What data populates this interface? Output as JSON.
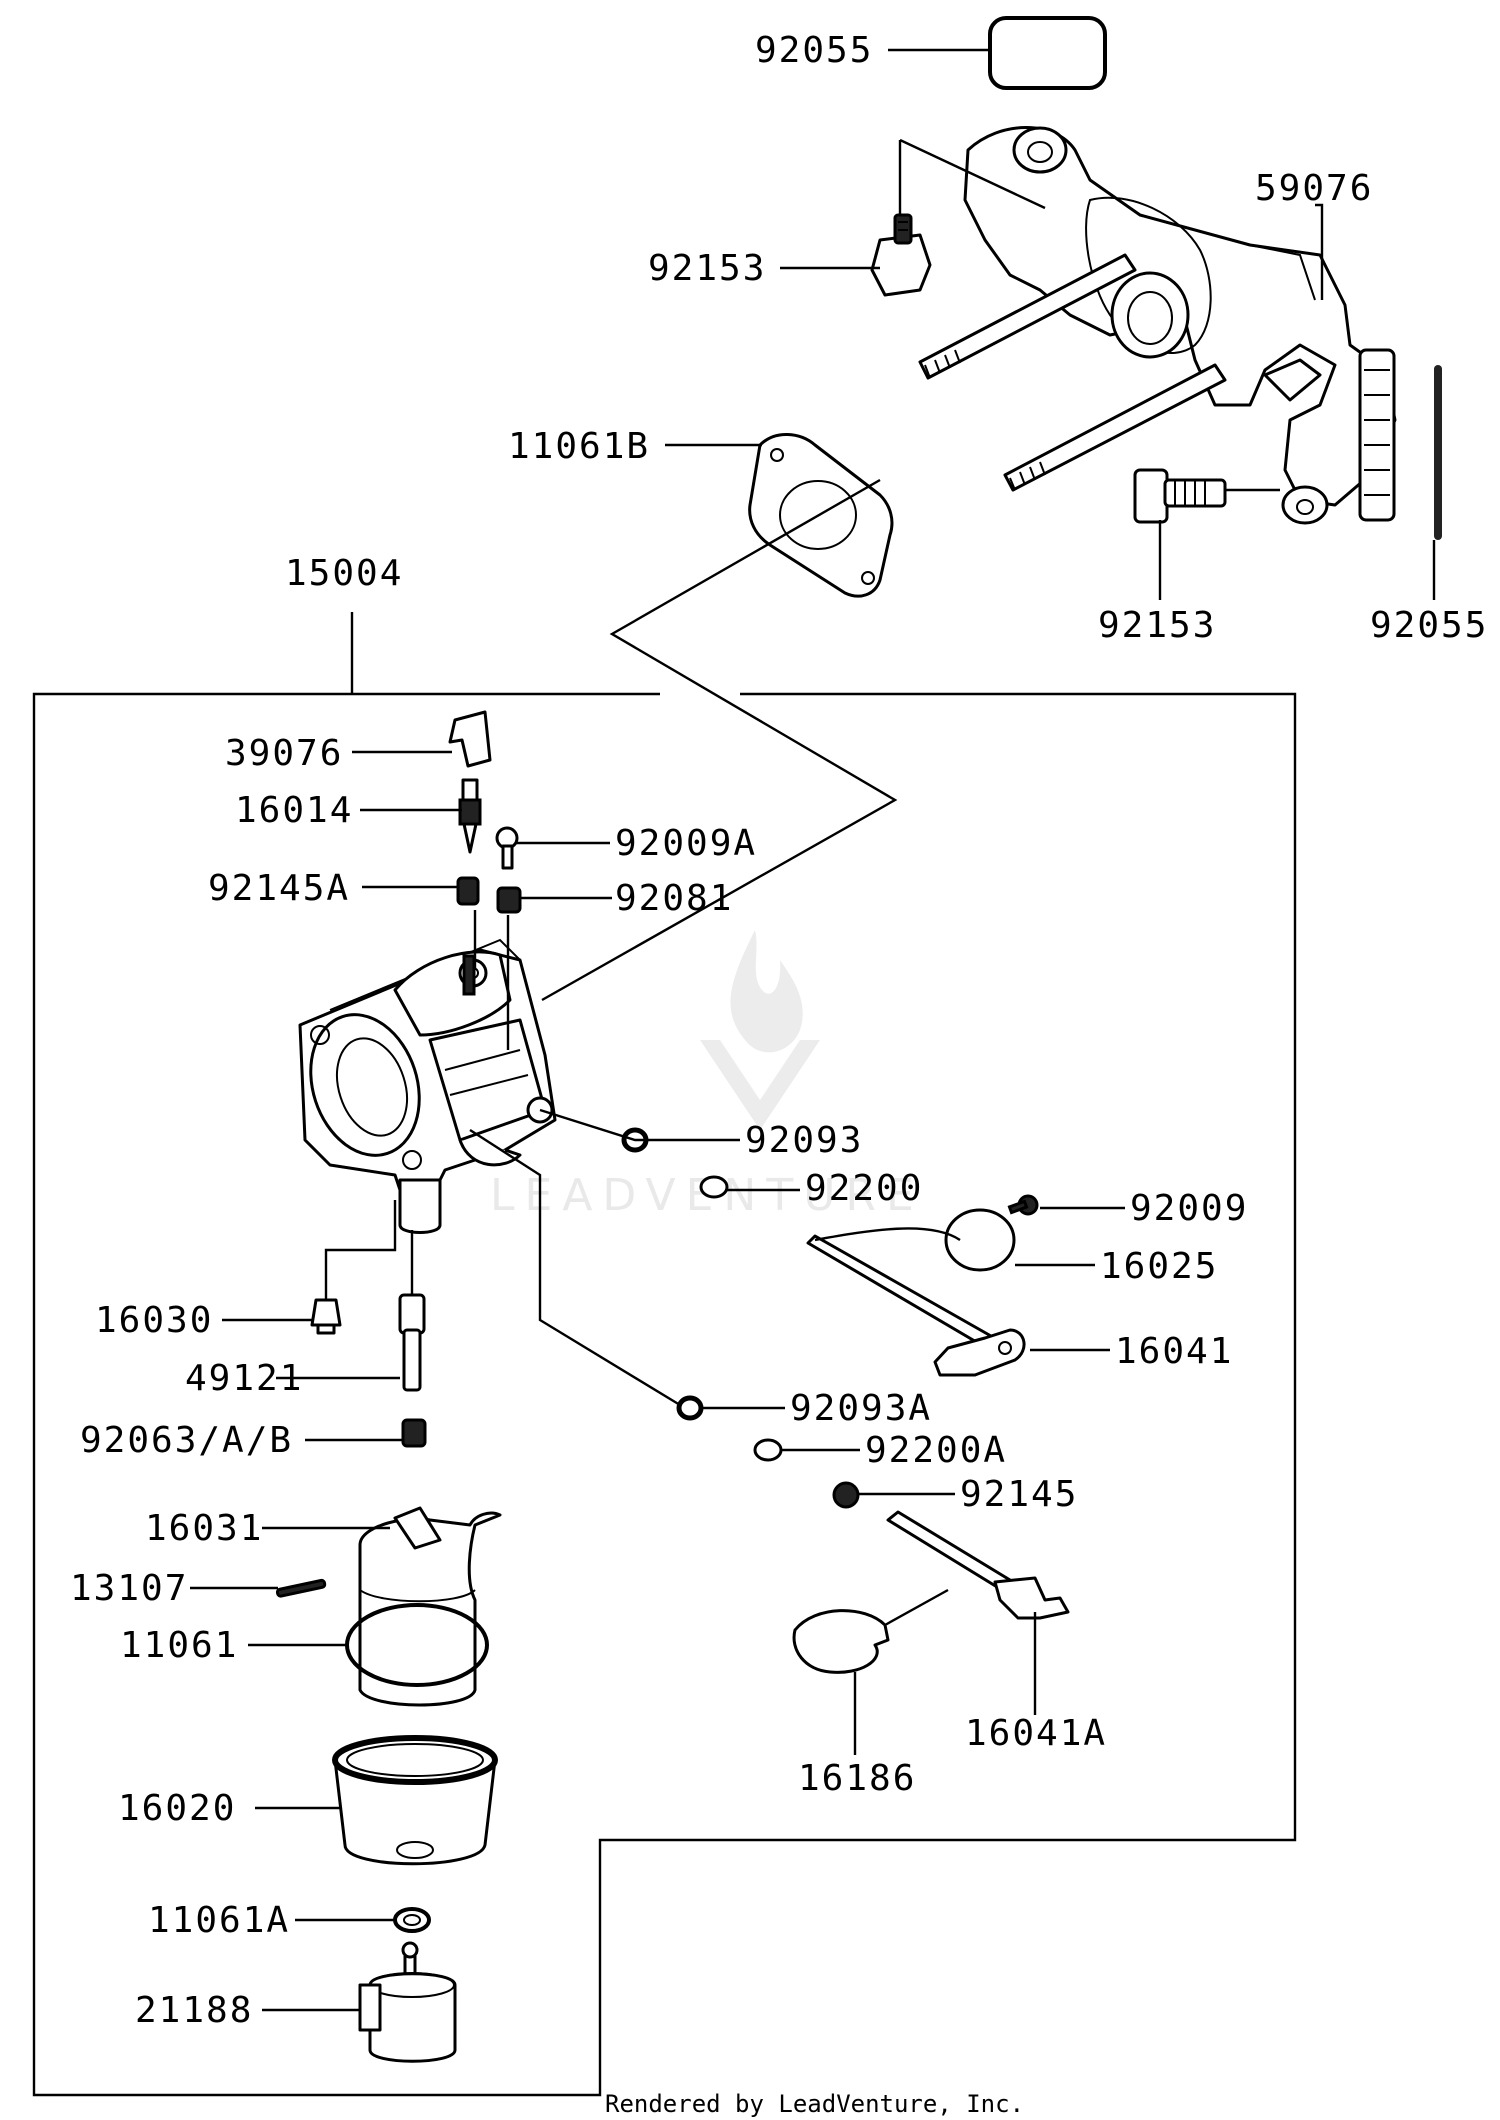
{
  "callouts": [
    {
      "id": "92055"
    },
    {
      "id": "59076"
    },
    {
      "id": "92153"
    },
    {
      "id": "11061B"
    },
    {
      "id": "92153"
    },
    {
      "id": "92055"
    },
    {
      "id": "15004"
    },
    {
      "id": "39076"
    },
    {
      "id": "16014"
    },
    {
      "id": "92009A"
    },
    {
      "id": "92145A"
    },
    {
      "id": "92081"
    },
    {
      "id": "92093"
    },
    {
      "id": "92200"
    },
    {
      "id": "92009"
    },
    {
      "id": "16025"
    },
    {
      "id": "16041"
    },
    {
      "id": "16030"
    },
    {
      "id": "49121"
    },
    {
      "id": "92063/A/B"
    },
    {
      "id": "92093A"
    },
    {
      "id": "92200A"
    },
    {
      "id": "92145"
    },
    {
      "id": "16031"
    },
    {
      "id": "13107"
    },
    {
      "id": "11061"
    },
    {
      "id": "16020"
    },
    {
      "id": "16186"
    },
    {
      "id": "16041A"
    },
    {
      "id": "11061A"
    },
    {
      "id": "21188"
    }
  ],
  "watermark": "LEADVENTURE",
  "credit": "Rendered by LeadVenture, Inc."
}
